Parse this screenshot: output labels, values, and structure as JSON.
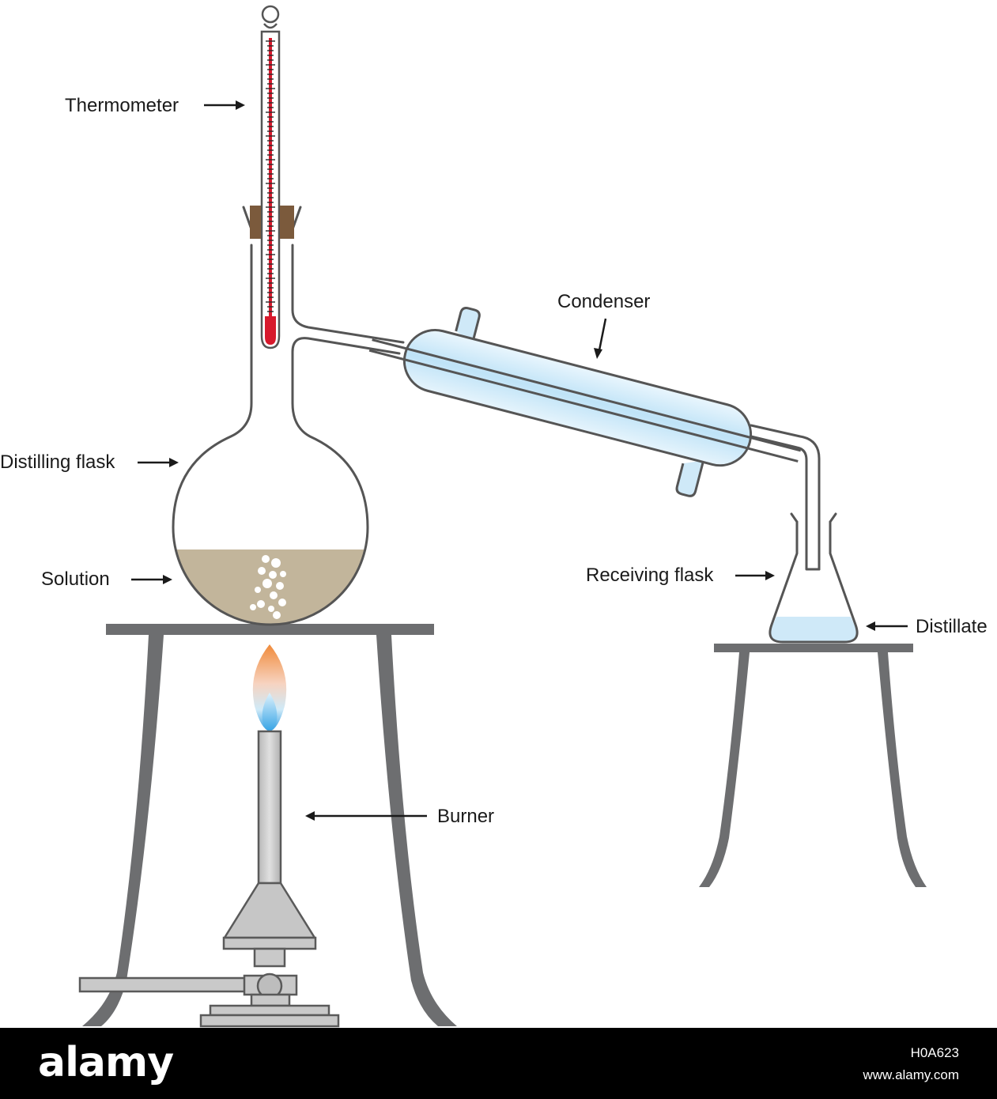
{
  "labels": {
    "thermometer": "Thermometer",
    "condenser": "Condenser",
    "distilling_flask": "Distilling flask",
    "solution": "Solution",
    "receiving_flask": "Receiving flask",
    "distillate": "Distillate",
    "burner": "Burner"
  },
  "footer": {
    "logo": "alamy",
    "image_code": "H0A623",
    "url": "www.alamy.com"
  },
  "colors": {
    "glass_outline": "#555555",
    "stand_metal": "#6d6e70",
    "solution": "#c2b59b",
    "condenser_water": "#cfe9f8",
    "distillate": "#cfe9f8",
    "thermometer_fluid": "#d7192c",
    "flame_outer": "#e8703a",
    "flame_inner": "#2d9fe0"
  }
}
